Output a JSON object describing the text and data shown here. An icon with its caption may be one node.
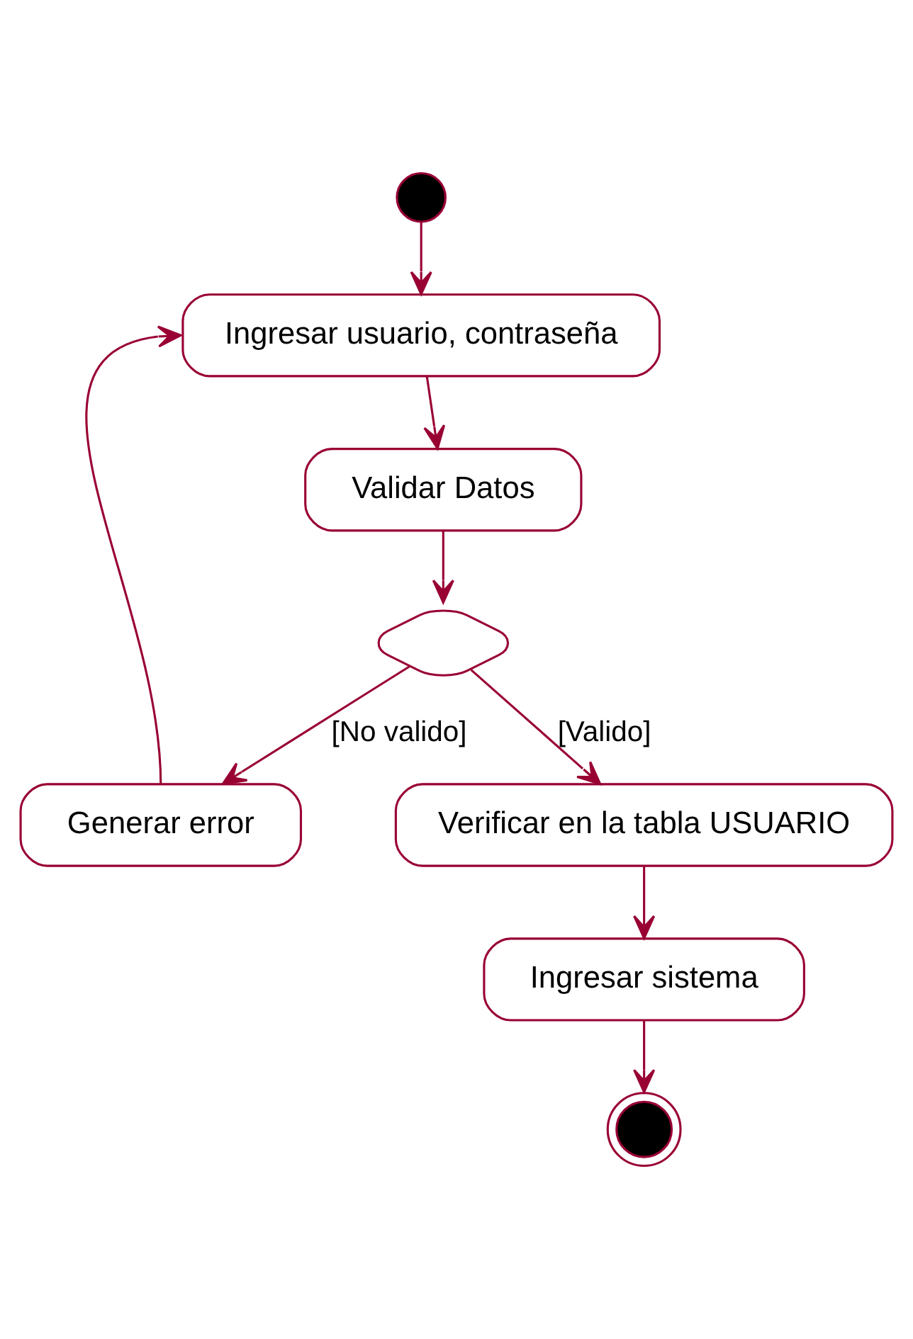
{
  "diagram": {
    "nodes": [
      {
        "text": [],
        "shape": "circle"
      },
      {
        "text": [
          "Ingresar usuario, contraseña"
        ]
      },
      {
        "text": [
          "Validar Datos"
        ]
      },
      {
        "text": [],
        "shape": "diamond"
      },
      {
        "text": [
          "Generar error"
        ]
      },
      {
        "text": [
          "Verificar en la tabla USUARIO"
        ]
      },
      {
        "text": [
          "Ingresar sistema"
        ]
      },
      {
        "text": [],
        "shape": "circle"
      }
    ],
    "edges": [
      {
        "from": 0,
        "to": 1,
        "arrow": "to"
      },
      {
        "from": 1,
        "to": 2,
        "arrow": "to"
      },
      {
        "from": 2,
        "to": 3,
        "arrow": "to"
      },
      {
        "from": 3,
        "to": 4,
        "arrow": "to",
        "label": "[No valido]"
      },
      {
        "from": 3,
        "to": 5,
        "arrow": "to",
        "label": "[Valido]"
      },
      {
        "from": 4,
        "to": 1,
        "arrow": "to"
      },
      {
        "from": 5,
        "to": 6,
        "arrow": "to"
      },
      {
        "from": 6,
        "to": 7,
        "arrow": "to"
      }
    ]
  }
}
